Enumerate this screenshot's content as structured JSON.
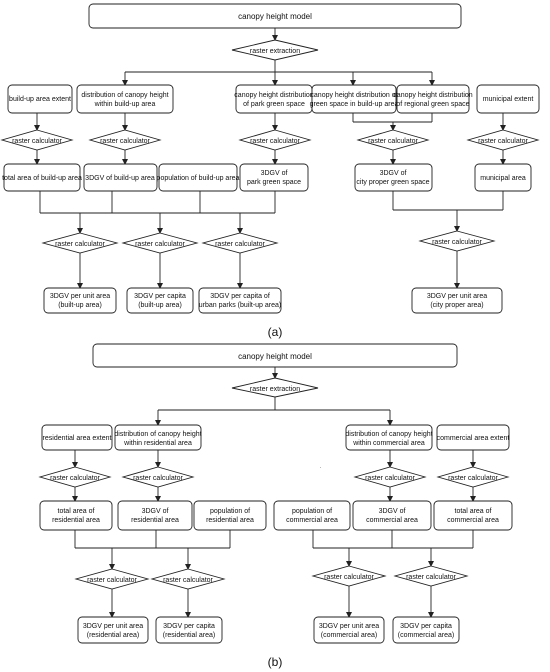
{
  "panel_a": {
    "top": "canopy height model",
    "extract": "raster extraction",
    "in1": "build-up area extent",
    "in2_l1": "distribution of canopy height",
    "in2_l2": "within build-up area",
    "in3_l1": "canopy height distribution",
    "in3_l2": "of park green space",
    "in4_l1": "canopy height distribution of",
    "in4_l2": "green space in build-up area",
    "in5_l1": "canopy height distribution",
    "in5_l2": "of regional green space",
    "in6": "municipal extent",
    "calc": "raster calculator",
    "o1": "total area of build-up area",
    "o2": "3DGV of build-up area",
    "o3": "population of build-up area",
    "o4_l1": "3DGV of",
    "o4_l2": "park green space",
    "o5_l1": "3DGV of",
    "o5_l2": "city proper green space",
    "o6": "municipal area",
    "f1_l1": "3DGV per unit area",
    "f1_l2": "(built-up area)",
    "f2_l1": "3DGV per capita",
    "f2_l2": "(built-up area)",
    "f3_l1": "3DGV per capita of",
    "f3_l2": "urban parks (built-up area)",
    "f4_l1": "3DGV per unit area",
    "f4_l2": "(city proper area)",
    "caption": "(a)"
  },
  "panel_b": {
    "top": "canopy height model",
    "extract": "raster extraction",
    "in1": "residential area extent",
    "in2_l1": "distribution of canopy height",
    "in2_l2": "within residential area",
    "in3_l1": "distribution of canopy height",
    "in3_l2": "within commercial area",
    "in4": "commercial area extent",
    "calc": "raster calculator",
    "o1_l1": "total area of",
    "o1_l2": "residential area",
    "o2_l1": "3DGV of",
    "o2_l2": "residential area",
    "o3_l1": "population of",
    "o3_l2": "residential area",
    "o4_l1": "population of",
    "o4_l2": "commercial area",
    "o5_l1": "3DGV of",
    "o5_l2": "commercial area",
    "o6_l1": "total area of",
    "o6_l2": "commercial area",
    "f1_l1": "3DGV per unit area",
    "f1_l2": "(residential area)",
    "f2_l1": "3DGV per capita",
    "f2_l2": "(residential area)",
    "f3_l1": "3DGV per unit area",
    "f3_l2": "(commercial area)",
    "f4_l1": "3DGV per capita",
    "f4_l2": "(commercial area)",
    "caption": "(b)"
  }
}
